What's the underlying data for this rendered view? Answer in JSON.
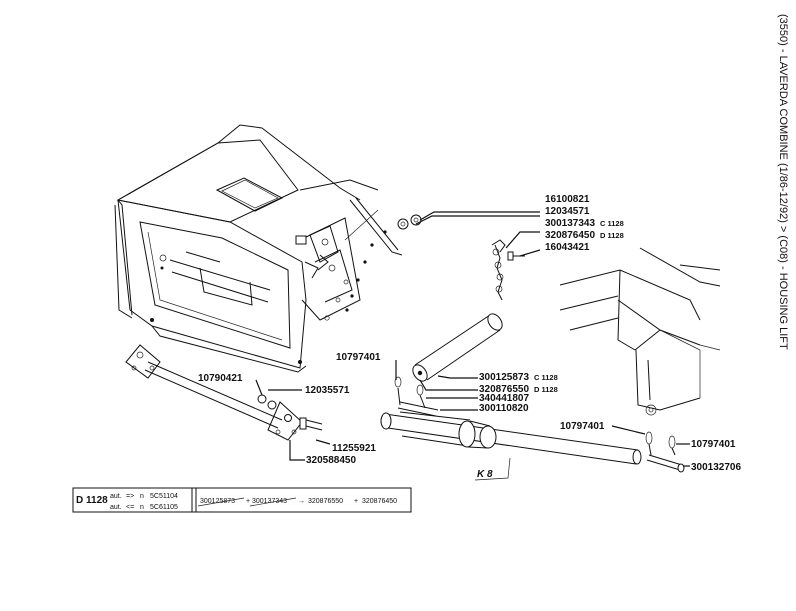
{
  "title": "(3550) - LAVERDA COMBINE (1/86-12/92) > (C08) - HOUSING LIFT",
  "callouts": [
    {
      "id": "p16100821",
      "number": "16100821",
      "suffix": ""
    },
    {
      "id": "p12034571",
      "number": "12034571",
      "suffix": ""
    },
    {
      "id": "p300137343",
      "number": "300137343",
      "suffix": "C 1128"
    },
    {
      "id": "p320876450",
      "number": "320876450",
      "suffix": "D 1128"
    },
    {
      "id": "p16043421",
      "number": "16043421",
      "suffix": ""
    },
    {
      "id": "p10797401a",
      "number": "10797401",
      "suffix": ""
    },
    {
      "id": "p300125873",
      "number": "300125873",
      "suffix": "C 1128"
    },
    {
      "id": "p320876550",
      "number": "320876550",
      "suffix": "D 1128"
    },
    {
      "id": "p340441807",
      "number": "340441807",
      "suffix": ""
    },
    {
      "id": "p300110820",
      "number": "300110820",
      "suffix": ""
    },
    {
      "id": "p10790421",
      "number": "10790421",
      "suffix": ""
    },
    {
      "id": "p12035571",
      "number": "12035571",
      "suffix": ""
    },
    {
      "id": "p11255921",
      "number": "11255921",
      "suffix": ""
    },
    {
      "id": "p320588450",
      "number": "320588450",
      "suffix": ""
    },
    {
      "id": "p10797401b",
      "number": "10797401",
      "suffix": ""
    },
    {
      "id": "p10797401c",
      "number": "10797401",
      "suffix": ""
    },
    {
      "id": "p300132706",
      "number": "300132706",
      "suffix": ""
    }
  ],
  "cylinder_label": "K 8",
  "legend": {
    "code": "D 1128",
    "rows": [
      {
        "prefix": "aut.",
        "arrow": "=>",
        "n": "n",
        "serial": "5C51104"
      },
      {
        "prefix": "aut.",
        "arrow": "<=",
        "n": "n",
        "serial": "5C61105"
      }
    ],
    "replacement_old_1": "300125873",
    "replacement_old_2": "300137343",
    "replacement_new_1": "320876550",
    "replacement_plus": "+",
    "replacement_new_2": "320876450"
  }
}
